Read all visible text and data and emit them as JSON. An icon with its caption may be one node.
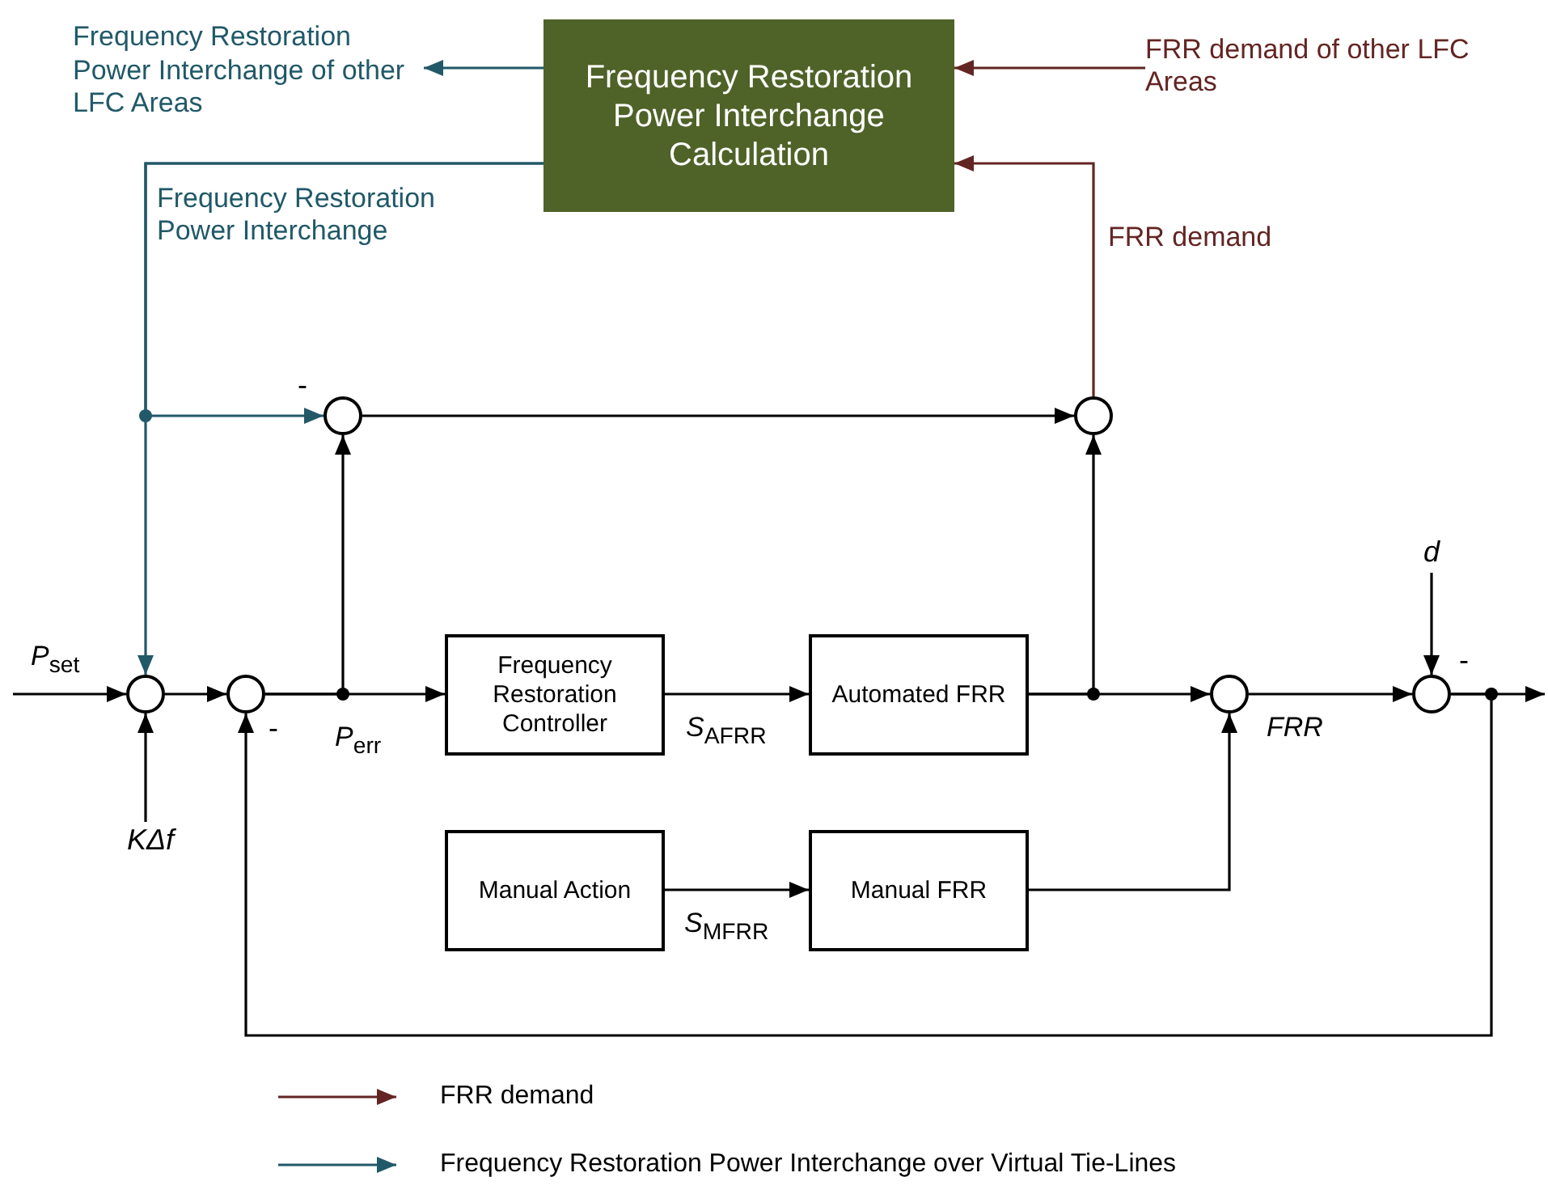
{
  "diagram": {
    "nodes": [
      {
        "text": [
          "Frequency Restoration Power Interchange Calculation"
        ]
      },
      {
        "text": [
          "Frequency Restoration Power Interchange of other LFC Areas"
        ]
      },
      {
        "text": [
          "FRR demand of other LFC Areas"
        ]
      },
      {
        "text": [],
        "shape": "circle",
        "beside": [
          "-"
        ]
      },
      {
        "text": [],
        "shape": "circle"
      },
      {
        "text": [],
        "shape": "circle"
      },
      {
        "text": [],
        "shape": "circle",
        "beside": [
          "-"
        ]
      },
      {
        "text": [
          "Frequency Restoration Controller"
        ]
      },
      {
        "text": [
          "Automated FRR"
        ]
      },
      {
        "text": [
          "Manual Action"
        ]
      },
      {
        "text": [
          "Manual FRR"
        ]
      },
      {
        "text": [],
        "shape": "circle"
      },
      {
        "text": [],
        "shape": "circle",
        "beside": [
          "-"
        ]
      },
      {
        "text": [
          "KΔf"
        ]
      },
      {
        "text": [
          "d"
        ]
      }
    ],
    "edges": [
      {
        "from": 0,
        "to": 1,
        "arrow": "to",
        "color": "#215968"
      },
      {
        "from": 2,
        "to": 0,
        "arrow": "to",
        "color": "#632523"
      },
      {
        "from": 4,
        "to": 0,
        "arrow": "to",
        "color": "#632523",
        "label": "FRR demand"
      },
      {
        "from": 0,
        "to": 3,
        "arrow": "to",
        "color": "#215968"
      },
      {
        "from": 0,
        "to": 5,
        "arrow": "to",
        "color": "#215968",
        "label": "Frequency Restoration Power Interchange"
      },
      {
        "from": 3,
        "to": 4,
        "arrow": "to"
      },
      {
        "from": 6,
        "to": 7,
        "arrow": "to",
        "label": "*P*$_{err}$"
      },
      {
        "from": 6,
        "to": 3,
        "arrow": "to"
      },
      {
        "from": null,
        "to": 5,
        "arrow": "to",
        "label": "*P*$_{set}$"
      },
      {
        "from": 13,
        "to": 5,
        "arrow": "to"
      },
      {
        "from": 5,
        "to": 6,
        "arrow": "to"
      },
      {
        "from": 7,
        "to": 8,
        "arrow": "to",
        "label": "*S*$_{AFRR}$"
      },
      {
        "from": 8,
        "to": 11,
        "arrow": "to"
      },
      {
        "from": 8,
        "to": 4,
        "arrow": "to"
      },
      {
        "from": 9,
        "to": 10,
        "arrow": "to",
        "label": "*S*$_{MFRR}$"
      },
      {
        "from": 10,
        "to": 11,
        "arrow": "to"
      },
      {
        "from": 11,
        "to": 12,
        "arrow": "to",
        "label": "FRR"
      },
      {
        "from": 14,
        "to": 12,
        "arrow": "to"
      },
      {
        "from": 12,
        "to": null,
        "arrow": "to"
      },
      {
        "from": 12,
        "to": 6,
        "arrow": "to"
      }
    ],
    "legend": [
      {
        "text": "FRR demand"
      },
      {
        "text": "Frequency Restoration Power Interchange over Virtual Tie-Lines"
      }
    ]
  }
}
